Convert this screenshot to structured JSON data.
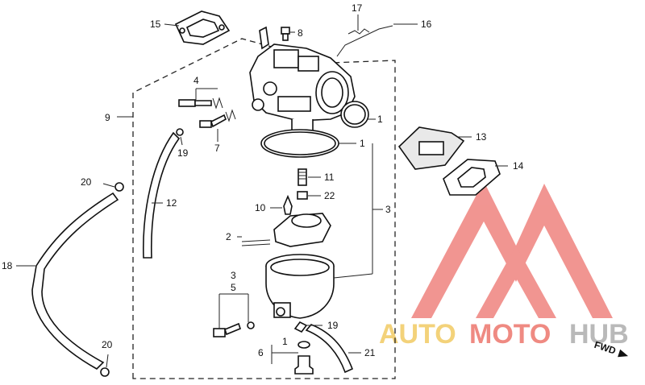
{
  "diagram": {
    "callouts": [
      {
        "key": "c15",
        "text": "15"
      },
      {
        "key": "c8",
        "text": "8"
      },
      {
        "key": "c17",
        "text": "17"
      },
      {
        "key": "c16",
        "text": "16"
      },
      {
        "key": "c4",
        "text": "4"
      },
      {
        "key": "c9",
        "text": "9"
      },
      {
        "key": "c1a",
        "text": "1"
      },
      {
        "key": "c1b",
        "text": "1"
      },
      {
        "key": "c7",
        "text": "7"
      },
      {
        "key": "c19a",
        "text": "19"
      },
      {
        "key": "c13",
        "text": "13"
      },
      {
        "key": "c14",
        "text": "14"
      },
      {
        "key": "c11",
        "text": "11"
      },
      {
        "key": "c20a",
        "text": "20"
      },
      {
        "key": "c12",
        "text": "12"
      },
      {
        "key": "c22",
        "text": "22"
      },
      {
        "key": "c10",
        "text": "10"
      },
      {
        "key": "c3a",
        "text": "3"
      },
      {
        "key": "c2",
        "text": "2"
      },
      {
        "key": "c18",
        "text": "18"
      },
      {
        "key": "c3b",
        "text": "3"
      },
      {
        "key": "c5",
        "text": "5"
      },
      {
        "key": "c19b",
        "text": "19"
      },
      {
        "key": "c1c",
        "text": "1"
      },
      {
        "key": "c6",
        "text": "6"
      },
      {
        "key": "c21",
        "text": "21"
      },
      {
        "key": "c20b",
        "text": "20"
      }
    ]
  },
  "watermark": {
    "word_a": "AUTO",
    "word_b": "MOTO",
    "word_c": "HUB",
    "color_a": "#f3d27a",
    "color_b": "#ef8a82",
    "color_c": "#b9b9b9",
    "logo_color": "#f08a86"
  },
  "direction_marker": {
    "text": "FWD"
  }
}
